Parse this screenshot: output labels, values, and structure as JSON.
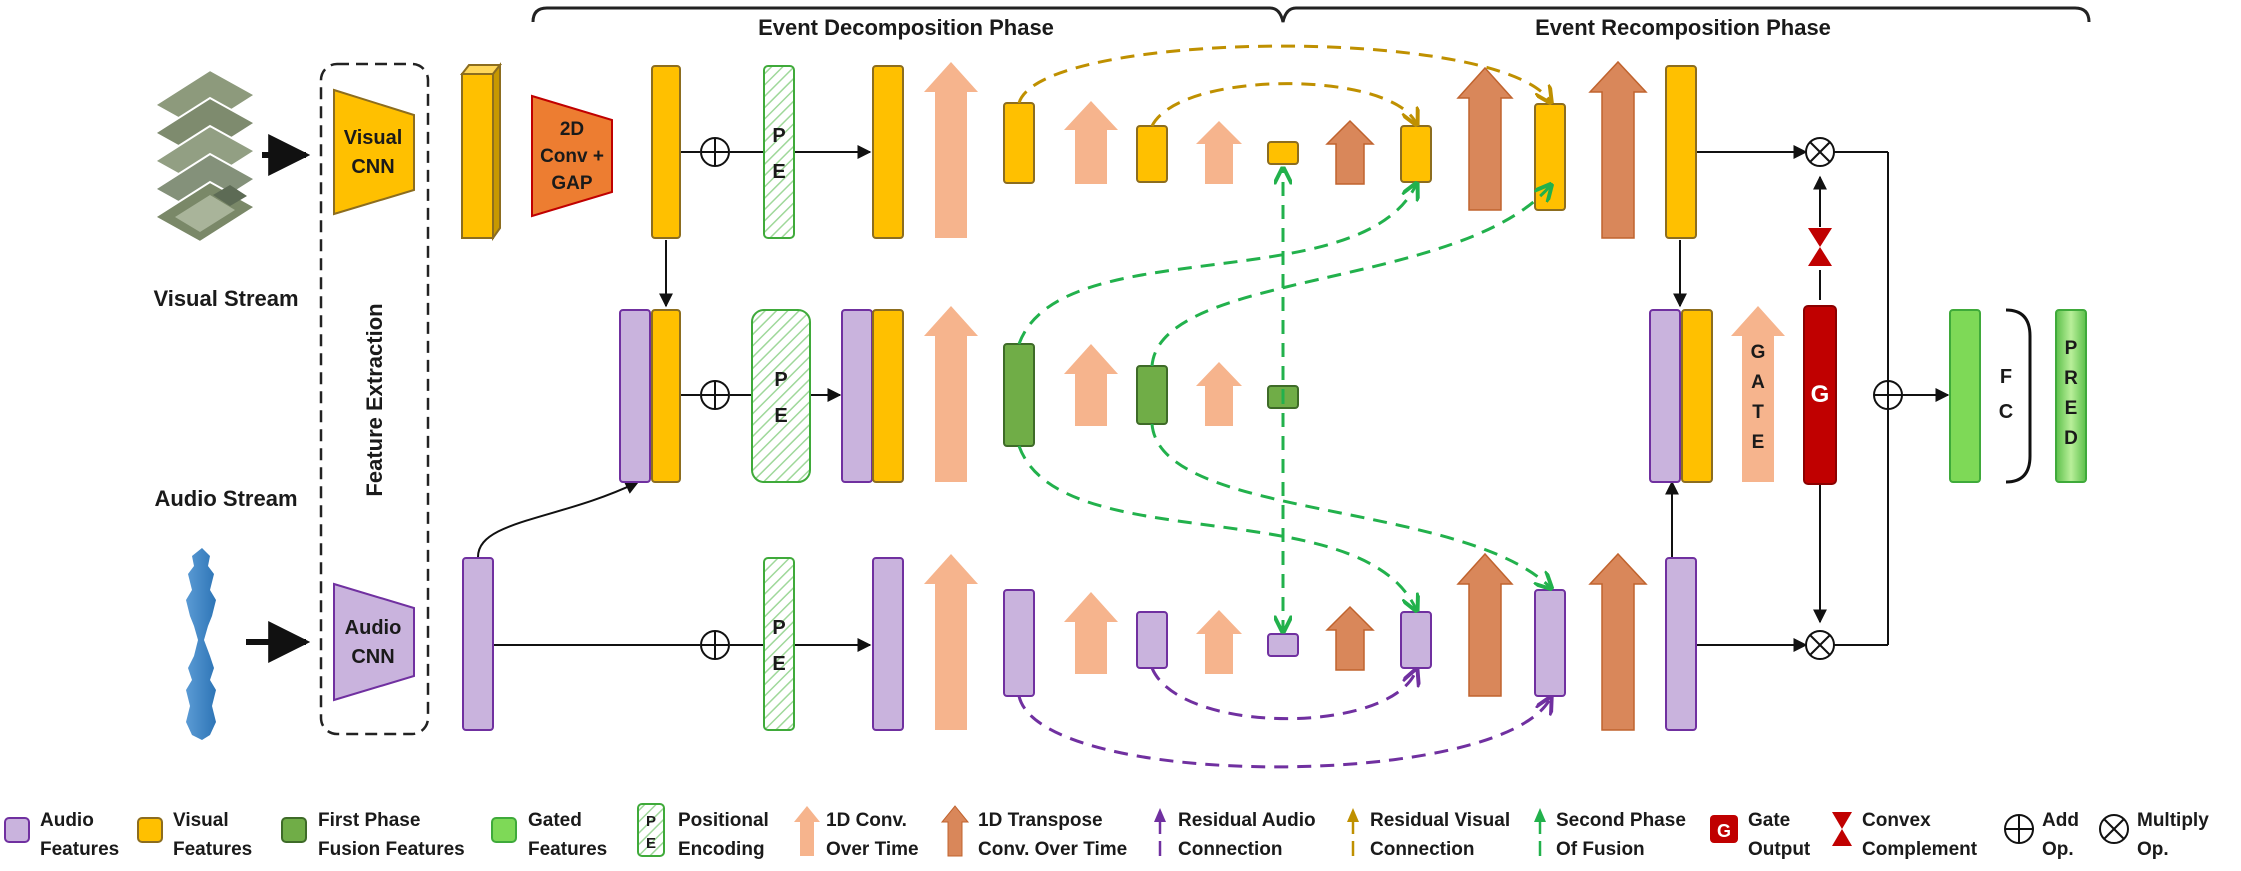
{
  "phases": {
    "decomposition": "Event Decomposition Phase",
    "recomposition": "Event Recomposition Phase"
  },
  "streams": {
    "visual": "Visual Stream",
    "audio": "Audio Stream",
    "feature_extraction": "Feature Extraction"
  },
  "blocks": {
    "visual_cnn": [
      "Visual",
      "CNN"
    ],
    "audio_cnn": [
      "Audio",
      "CNN"
    ],
    "conv_gap": [
      "2D",
      "Conv +",
      "GAP"
    ],
    "pe": [
      "P",
      "E"
    ],
    "gate": [
      "G",
      "A",
      "T",
      "E"
    ],
    "gate_output": "G",
    "fc": [
      "F",
      "C"
    ],
    "pred": [
      "P",
      "R",
      "E",
      "D"
    ]
  },
  "legend": [
    {
      "key": "audio",
      "line1": "Audio",
      "line2": "Features"
    },
    {
      "key": "visual",
      "line1": "Visual",
      "line2": "Features"
    },
    {
      "key": "fusion",
      "line1": "First Phase",
      "line2": "Fusion Features"
    },
    {
      "key": "gated",
      "line1": "Gated",
      "line2": "Features"
    },
    {
      "key": "pe",
      "line1": "Positional",
      "line2": "Encoding"
    },
    {
      "key": "conv",
      "line1": "1D Conv.",
      "line2": "Over Time"
    },
    {
      "key": "tconv",
      "line1": "1D Transpose",
      "line2": "Conv. Over Time"
    },
    {
      "key": "res_audio",
      "line1": "Residual Audio",
      "line2": "Connection"
    },
    {
      "key": "res_visual",
      "line1": "Residual Visual",
      "line2": "Connection"
    },
    {
      "key": "second_phase",
      "line1": "Second Phase",
      "line2": "Of Fusion"
    },
    {
      "key": "gate",
      "line1": "Gate",
      "line2": "Output"
    },
    {
      "key": "convex",
      "line1": "Convex",
      "line2": "Complement"
    },
    {
      "key": "add",
      "line1": "Add",
      "line2": "Op."
    },
    {
      "key": "multiply",
      "line1": "Multiply",
      "line2": "Op."
    }
  ],
  "colors": {
    "visual": "#ffc000",
    "visual_stroke": "#8c6d1f",
    "audio": "#c9b3dd",
    "audio_stroke": "#7030a0",
    "fusion": "#70ad47",
    "fusion_stroke": "#3e6b28",
    "gated": "#7ed957",
    "gated_stroke": "#3faa3a",
    "conv": "#f6b48d",
    "tconv": "#d9875a",
    "tconv_stroke": "#c0632e",
    "gap": "#ed7d31",
    "gate_output": "#c00000",
    "res_visual": "#bf9000",
    "res_audio": "#7030a0",
    "second_phase": "#22b14c"
  }
}
